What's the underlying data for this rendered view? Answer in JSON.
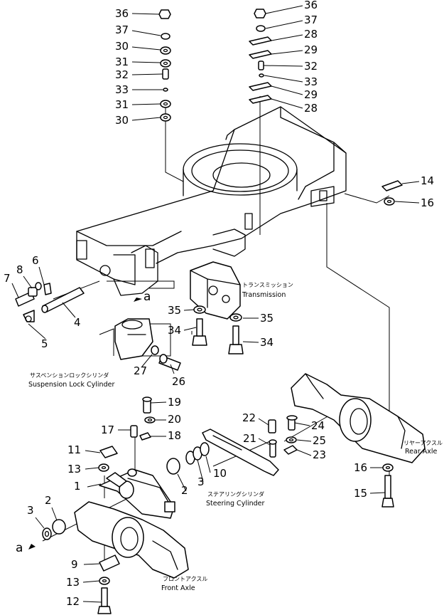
{
  "callouts": [
    {
      "id": "c36a",
      "text": "36"
    },
    {
      "id": "c37a",
      "text": "37"
    },
    {
      "id": "c30a",
      "text": "30"
    },
    {
      "id": "c31a",
      "text": "31"
    },
    {
      "id": "c32a",
      "text": "32"
    },
    {
      "id": "c33a",
      "text": "33"
    },
    {
      "id": "c31b",
      "text": "31"
    },
    {
      "id": "c30b",
      "text": "30"
    },
    {
      "id": "c36b",
      "text": "36"
    },
    {
      "id": "c37b",
      "text": "37"
    },
    {
      "id": "c28a",
      "text": "28"
    },
    {
      "id": "c29a",
      "text": "29"
    },
    {
      "id": "c32b",
      "text": "32"
    },
    {
      "id": "c33b",
      "text": "33"
    },
    {
      "id": "c29b",
      "text": "29"
    },
    {
      "id": "c28b",
      "text": "28"
    },
    {
      "id": "c14",
      "text": "14"
    },
    {
      "id": "c16a",
      "text": "16"
    },
    {
      "id": "c7",
      "text": "7"
    },
    {
      "id": "c8",
      "text": "8"
    },
    {
      "id": "c6",
      "text": "6"
    },
    {
      "id": "c4",
      "text": "4"
    },
    {
      "id": "c5",
      "text": "5"
    },
    {
      "id": "c35a",
      "text": "35"
    },
    {
      "id": "c34a",
      "text": "34"
    },
    {
      "id": "c35b",
      "text": "35"
    },
    {
      "id": "c34b",
      "text": "34"
    },
    {
      "id": "c27",
      "text": "27"
    },
    {
      "id": "c26",
      "text": "26"
    },
    {
      "id": "c19",
      "text": "19"
    },
    {
      "id": "c20",
      "text": "20"
    },
    {
      "id": "c17",
      "text": "17"
    },
    {
      "id": "c18",
      "text": "18"
    },
    {
      "id": "c11",
      "text": "11"
    },
    {
      "id": "c13a",
      "text": "13"
    },
    {
      "id": "c1",
      "text": "1"
    },
    {
      "id": "c2a",
      "text": "2"
    },
    {
      "id": "c3a",
      "text": "3"
    },
    {
      "id": "c10",
      "text": "10"
    },
    {
      "id": "c2b",
      "text": "2"
    },
    {
      "id": "c3b",
      "text": "3"
    },
    {
      "id": "c22",
      "text": "22"
    },
    {
      "id": "c21",
      "text": "21"
    },
    {
      "id": "c24",
      "text": "24"
    },
    {
      "id": "c25",
      "text": "25"
    },
    {
      "id": "c23",
      "text": "23"
    },
    {
      "id": "c16b",
      "text": "16"
    },
    {
      "id": "c15",
      "text": "15"
    },
    {
      "id": "c9",
      "text": "9"
    },
    {
      "id": "c13b",
      "text": "13"
    },
    {
      "id": "c12",
      "text": "12"
    }
  ],
  "labels": {
    "transmission_jp": "トランスミッション",
    "transmission_en": "Transmission",
    "suspension_jp": "サスペンションロックシリンダ",
    "suspension_en": "Suspension  Lock  Cylinder",
    "steering_jp": "ステアリングシリンダ",
    "steering_en": "Steering  Cylinder",
    "rear_jp": "リヤーアクスル",
    "rear_en": "Rear  Axle",
    "front_jp": "フロントアクスル",
    "front_en": "Front  Axle",
    "marker_a1": "a",
    "marker_a2": "a"
  }
}
